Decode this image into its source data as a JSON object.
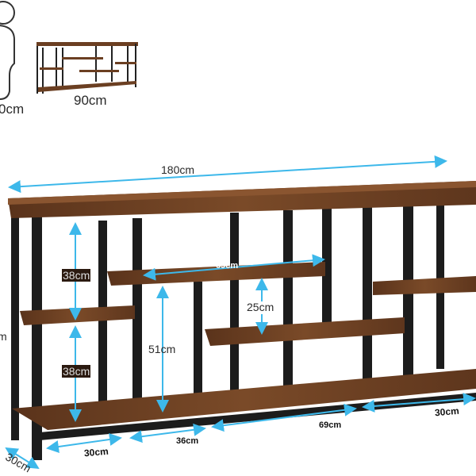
{
  "scale_icons": {
    "person_height_label": "0cm",
    "mini_shelf_label": "90cm"
  },
  "dimensions": {
    "total_width": "180cm",
    "left_upper_gap": "38cm",
    "left_lower_gap": "38cm",
    "middle_shelf_width": "69cm",
    "center_gap": "25cm",
    "middle_height": "51cm",
    "bottom_left_width": "30cm",
    "bottom_second_width": "36cm",
    "bottom_center_width": "69cm",
    "bottom_right_width": "30cm",
    "depth": "30cm",
    "cut_off_left_label": "m"
  },
  "colors": {
    "arrow": "#3db8ea",
    "wood": "#6b3f22",
    "frame": "#1c1c1c"
  }
}
